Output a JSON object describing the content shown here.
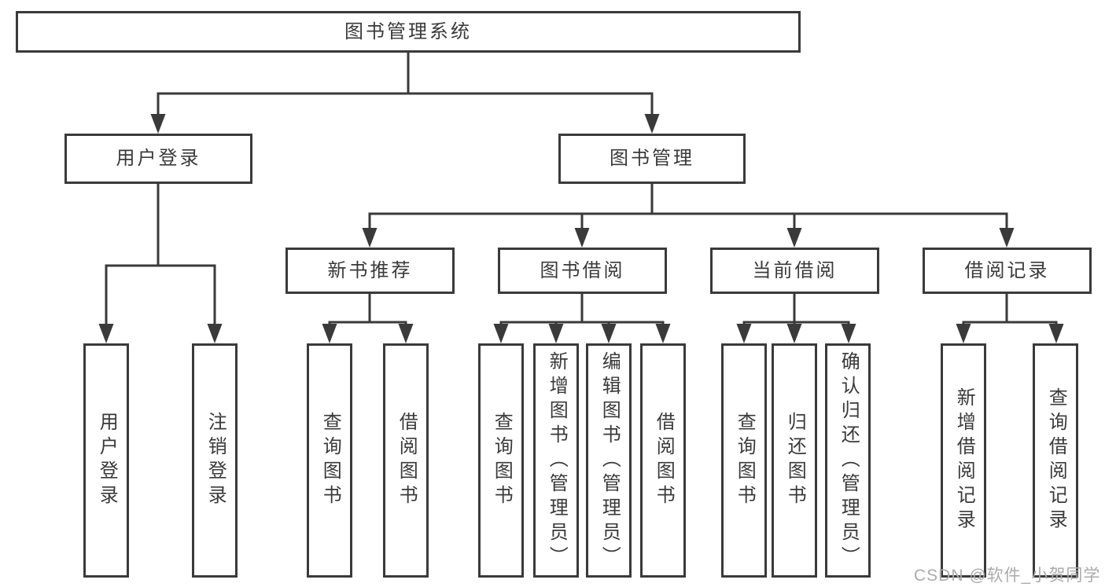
{
  "diagram": {
    "type": "hierarchy-tree",
    "colors": {
      "line": "#3a3a3a",
      "text": "#3a3a3a",
      "box_background": "#ffffff",
      "page_background": "#ffffff",
      "watermark": "#ababab"
    },
    "tree": {
      "root": {
        "label": "图书管理系统"
      },
      "level2": [
        {
          "label": "用户登录",
          "children": [
            {
              "label": "用户登录"
            },
            {
              "label": "注销登录"
            }
          ]
        },
        {
          "label": "图书管理",
          "children": [
            {
              "label": "新书推荐",
              "children": [
                {
                  "label": "查询图书"
                },
                {
                  "label": "借阅图书"
                }
              ]
            },
            {
              "label": "图书借阅",
              "children": [
                {
                  "label": "查询图书"
                },
                {
                  "label": "新增图书（管理员）"
                },
                {
                  "label": "编辑图书（管理员）"
                },
                {
                  "label": "借阅图书"
                }
              ]
            },
            {
              "label": "当前借阅",
              "children": [
                {
                  "label": "查询图书"
                },
                {
                  "label": "归还图书"
                },
                {
                  "label": "确认归还（管理员）"
                }
              ]
            },
            {
              "label": "借阅记录",
              "children": [
                {
                  "label": "新增借阅记录"
                },
                {
                  "label": "查询借阅记录"
                }
              ]
            }
          ]
        }
      ]
    }
  },
  "watermark": {
    "text": "CSDN @软件_小贺同学"
  }
}
